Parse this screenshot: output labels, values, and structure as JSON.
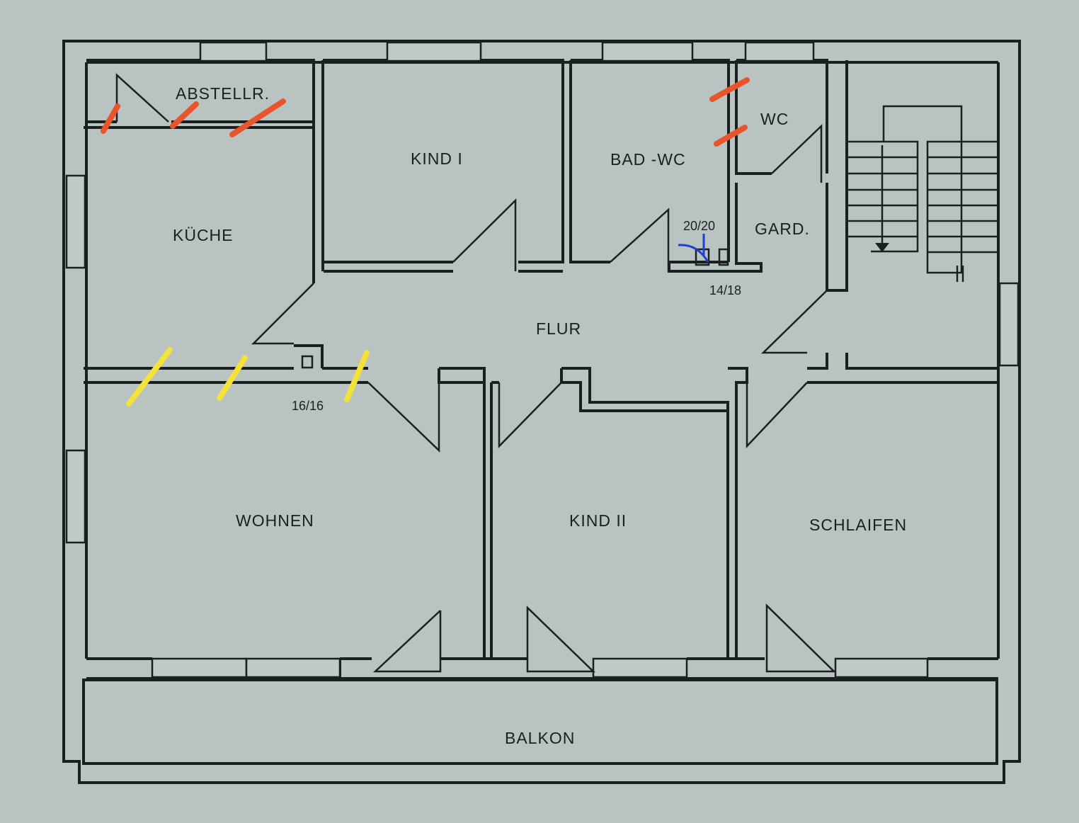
{
  "rooms": {
    "abstellraum": "ABSTELLR.",
    "kind1": "KIND I",
    "bad_wc": "BAD -WC",
    "wc": "WC",
    "kueche": "KÜCHE",
    "garderobe": "GARD.",
    "flur": "FLUR",
    "wohnen": "WOHNEN",
    "kind2": "KIND II",
    "schlafen": "SCHLAIFEN",
    "balkon": "BALKON"
  },
  "dimensions": {
    "chimney_bad": "20/20",
    "chimney_flur": "14/18",
    "chimney_kueche": "16/16"
  },
  "marks": {
    "orange": "#e8552a",
    "yellow": "#f2e23a",
    "blue": "#1f3fd0"
  }
}
